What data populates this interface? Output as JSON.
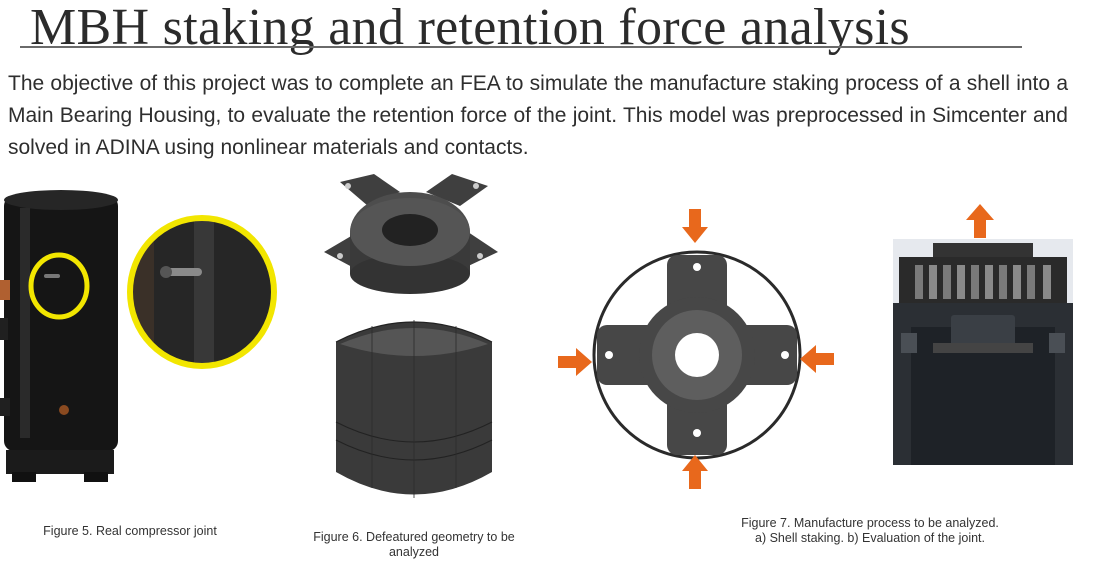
{
  "slide": {
    "title": "MBH staking and retention force analysis",
    "paragraph": "The objective of this project was to complete an FEA to simulate the manufacture staking process of a shell into a Main Bearing Housing, to evaluate the retention force of the joint. This model was preprocessed in Simcenter and solved in ADINA using nonlinear materials and contacts."
  },
  "figures": {
    "fig5": {
      "caption": "Figure 5. Real compressor joint"
    },
    "fig6": {
      "caption_line1": "Figure 6. Defeatured geometry to be",
      "caption_line2": "analyzed"
    },
    "fig7": {
      "caption_line1": "Figure 7. Manufacture process to be analyzed.",
      "caption_line2": "a) Shell staking. b) Evaluation of the joint."
    }
  },
  "colors": {
    "arrow": "#e8681c",
    "highlight": "#f2e600",
    "compressor": "#141414",
    "model_gray": "#4a4a4a",
    "text": "#2e2e2e"
  },
  "icons": [
    "arrow-down-icon",
    "arrow-up-icon",
    "arrow-left-icon",
    "arrow-right-icon"
  ]
}
